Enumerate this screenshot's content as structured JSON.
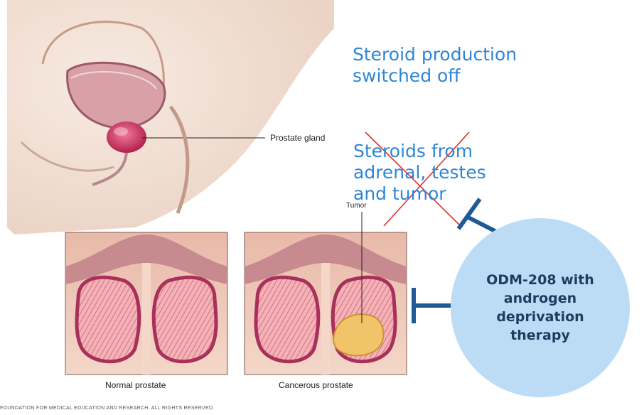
{
  "labels": {
    "prostate_gland": "Prostate gland",
    "tumor": "Tumor",
    "normal_prostate": "Normal prostate",
    "cancerous_prostate": "Cancerous prostate",
    "copyright": "FOUNDATION FOR MEDICAL EDUCATION AND RESEARCH. ALL RIGHTS RESERVED."
  },
  "annotations": {
    "steroid_production": "Steroid production switched off",
    "steroids_sources": "Steroids from adrenal, testes and tumor",
    "therapy": "ODM-208 with androgen deprivation therapy"
  },
  "colors": {
    "annotation_blue": "#2e86d4",
    "inhibitor_navy": "#1f5a96",
    "cross_red": "#e03030",
    "circle_fill": "#bcdcf6"
  }
}
